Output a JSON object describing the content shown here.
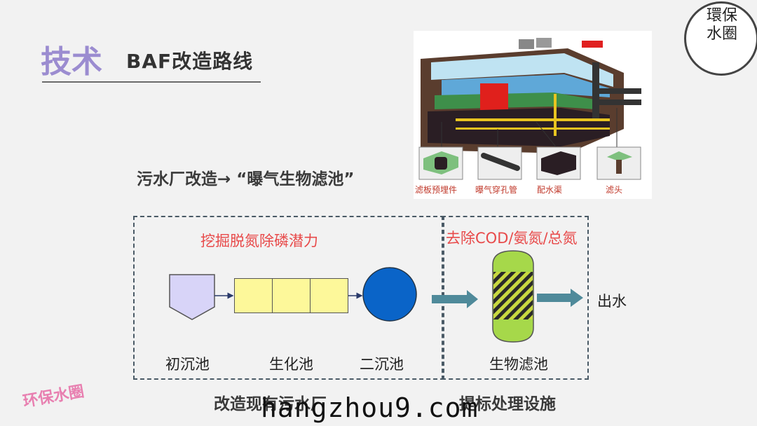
{
  "title": {
    "main": "技术",
    "sub": "BAF改造路线"
  },
  "headline": "污水厂改造→ “曝气生物滤池”",
  "illustration": {
    "captions": [
      "滤板预埋件",
      "曝气穿孔管",
      "配水渠",
      "滤头"
    ]
  },
  "left_box": {
    "note": "挖掘脱氮除磷潜力",
    "units": [
      "初沉池",
      "生化池",
      "二沉池"
    ],
    "caption": "改造现有污水厂"
  },
  "right_box": {
    "note": "去除COD/氨氮/总氮",
    "unit": "生物滤池",
    "caption": "提标处理设施"
  },
  "outlet": "出水",
  "logo_left": "环保水圈",
  "seal": "環保水圈",
  "watermark": "hangzhou9.com",
  "colors": {
    "title_purple": "#9b8cd0",
    "note_red": "#e84a4a",
    "clarifier_fill": "#d8d4f8",
    "tank_fill": "#fdf89a",
    "secondary_fill": "#0a64c8",
    "filter_green": "#a6d84a",
    "arrow_teal": "#4f8a9a"
  }
}
